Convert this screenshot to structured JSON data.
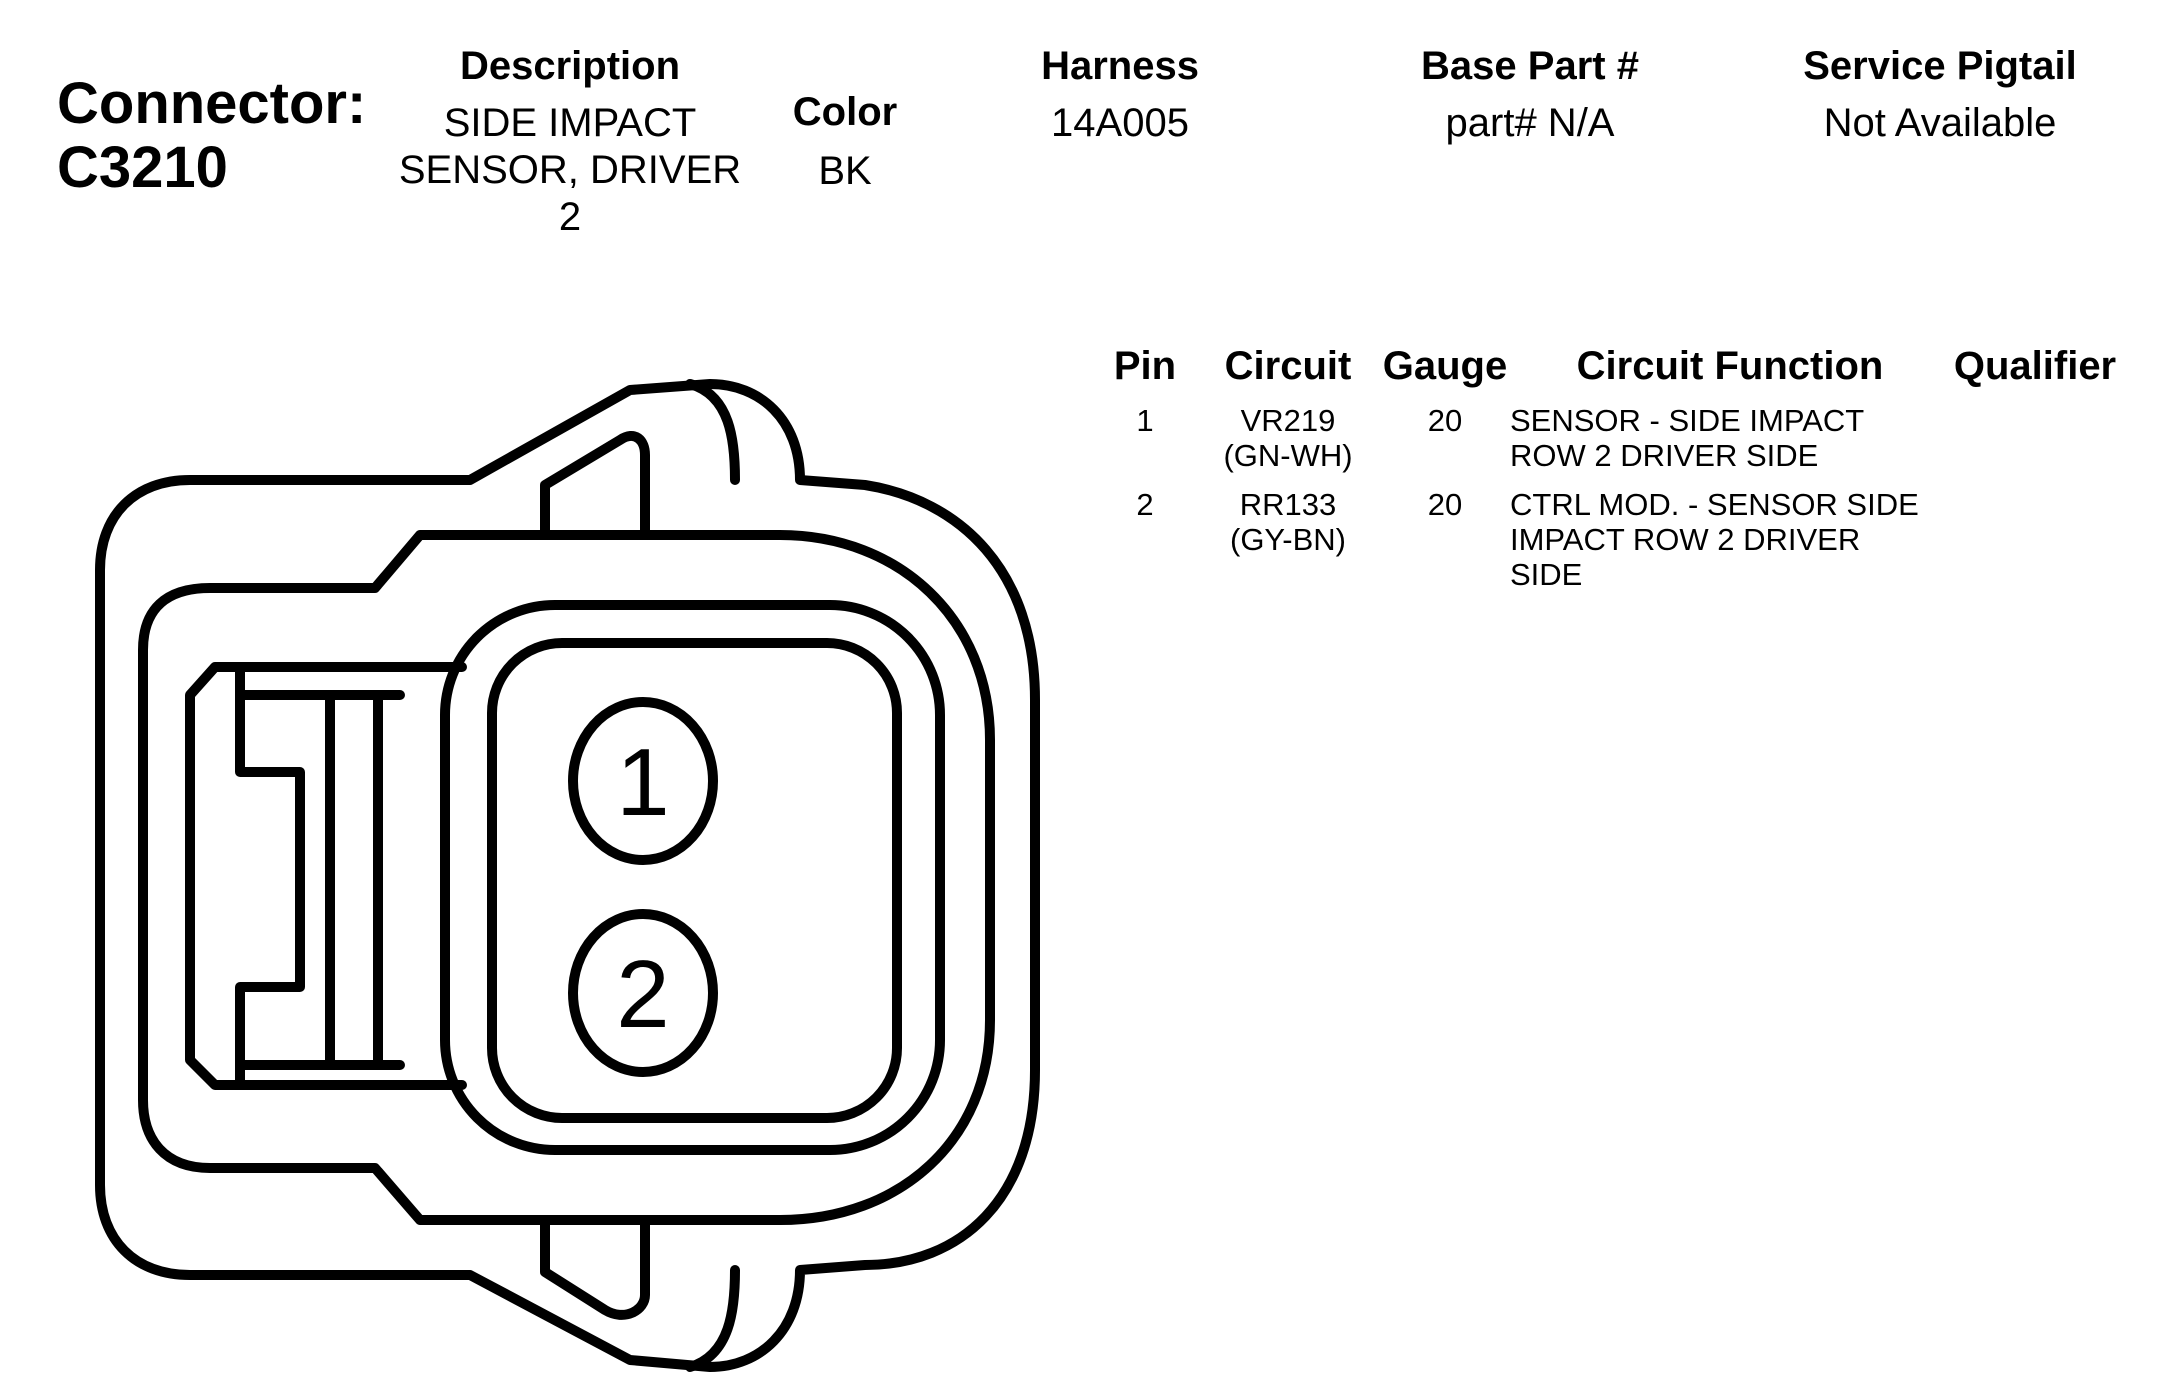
{
  "connector": {
    "label": "Connector:",
    "id": "C3210"
  },
  "fields": {
    "description": {
      "header": "Description",
      "lines": [
        "SIDE IMPACT",
        "SENSOR, DRIVER",
        "2"
      ]
    },
    "color": {
      "header": "Color",
      "value": "BK"
    },
    "harness": {
      "header": "Harness",
      "value": "14A005"
    },
    "base_part": {
      "header": "Base Part #",
      "value": "part# N/A"
    },
    "service_pigtail": {
      "header": "Service Pigtail",
      "value": "Not Available"
    }
  },
  "pin_table": {
    "headers": {
      "pin": "Pin",
      "circuit": "Circuit",
      "gauge": "Gauge",
      "function": "Circuit Function",
      "qualifier": "Qualifier"
    },
    "rows": [
      {
        "pin": "1",
        "circuit": [
          "VR219",
          "(GN-WH)"
        ],
        "gauge": "20",
        "function": [
          "SENSOR - SIDE IMPACT",
          "ROW 2 DRIVER SIDE"
        ],
        "qualifier": ""
      },
      {
        "pin": "2",
        "circuit": [
          "RR133",
          "(GY-BN)"
        ],
        "gauge": "20",
        "function": [
          "CTRL MOD. - SENSOR SIDE",
          "IMPACT ROW 2 DRIVER",
          "SIDE"
        ],
        "qualifier": ""
      }
    ]
  },
  "diagram": {
    "pin_labels": [
      "1",
      "2"
    ],
    "stroke_color": "#000000"
  }
}
